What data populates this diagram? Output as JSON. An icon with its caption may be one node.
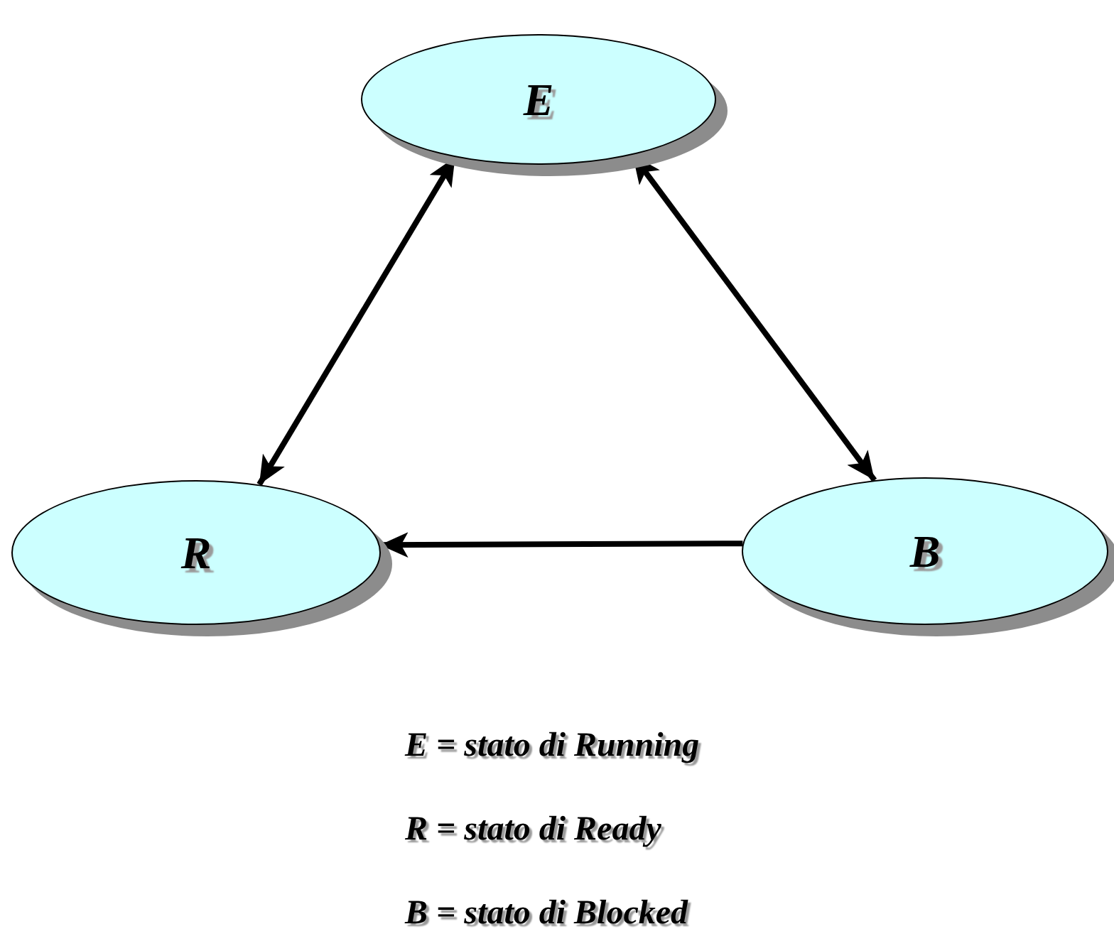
{
  "diagram": {
    "nodes": [
      {
        "text": [
          "E"
        ]
      },
      {
        "text": [
          "R"
        ]
      },
      {
        "text": [
          "B"
        ]
      }
    ],
    "edges": [
      {
        "from": 0,
        "to": 1,
        "arrow": "both"
      },
      {
        "from": 0,
        "to": 2,
        "arrow": "both"
      },
      {
        "from": 2,
        "to": 1,
        "arrow": "to"
      }
    ],
    "labels": [
      "E = stato di Running",
      "R = stato di Ready",
      "B = stato di Blocked"
    ]
  }
}
